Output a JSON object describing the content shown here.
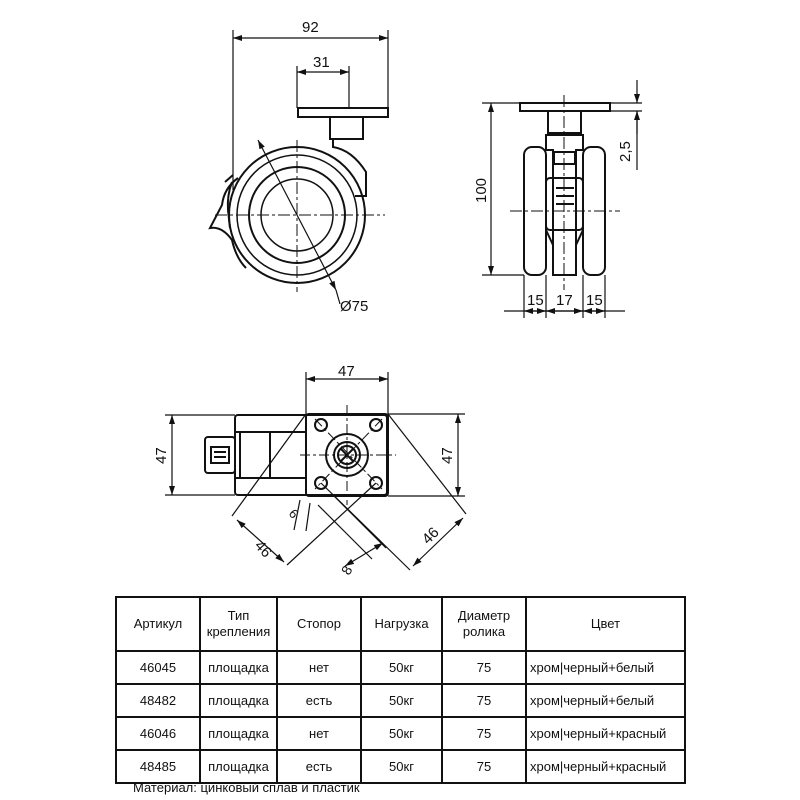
{
  "dimensions": {
    "side_width": "92",
    "side_offset": "31",
    "wheel_diameter": "Ø75",
    "height": "100",
    "plate_thickness": "2,5",
    "front_w1": "15",
    "front_w2": "17",
    "front_w3": "15",
    "top_width": "47",
    "top_height_left": "47",
    "top_height_right": "47",
    "diag_left": "46",
    "diag_right": "46",
    "hole_dia": "6",
    "hole_span": "8"
  },
  "table": {
    "headers": [
      "Артикул",
      "Тип крепления",
      "Стопор",
      "Нагрузка",
      "Диаметр ролика",
      "Цвет"
    ],
    "rows": [
      [
        "46045",
        "площадка",
        "нет",
        "50кг",
        "75",
        "хром|черный+белый"
      ],
      [
        "48482",
        "площадка",
        "есть",
        "50кг",
        "75",
        "хром|черный+белый"
      ],
      [
        "46046",
        "площадка",
        "нет",
        "50кг",
        "75",
        "хром|черный+красный"
      ],
      [
        "48485",
        "площадка",
        "есть",
        "50кг",
        "75",
        "хром|черный+красный"
      ]
    ]
  },
  "material": "Материал: цинковый сплав и пластик"
}
